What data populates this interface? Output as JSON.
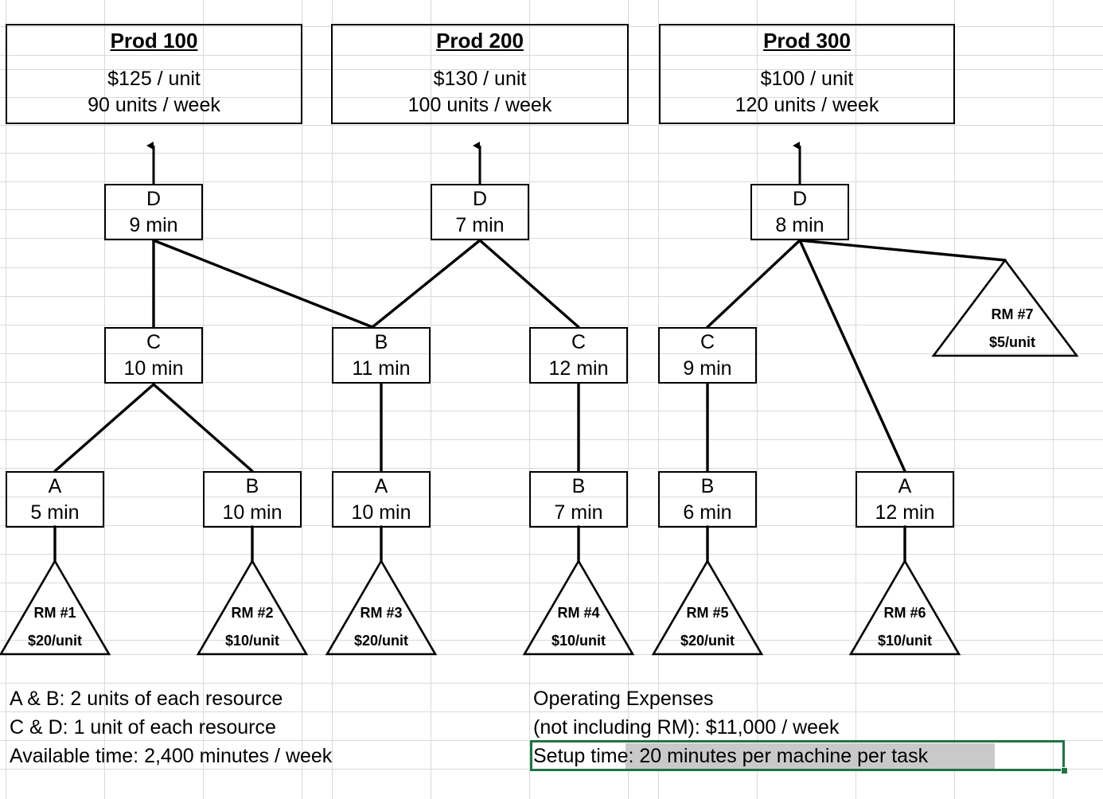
{
  "app": {
    "type": "spreadsheet-diagram",
    "accent_color": "#217346",
    "highlight_color": "#c9c9c9",
    "line_color": "#000000"
  },
  "products": [
    {
      "name": "Prod 100",
      "price": "$125 / unit",
      "rate": "90 units / week"
    },
    {
      "name": "Prod 200",
      "price": "$130 / unit",
      "rate": "100 units / week"
    },
    {
      "name": "Prod 300",
      "price": "$100 / unit",
      "rate": "120 units / week"
    }
  ],
  "nodes": [
    {
      "id": "p100-d",
      "label": "D",
      "time": "9 min"
    },
    {
      "id": "p100-c",
      "label": "C",
      "time": "10 min"
    },
    {
      "id": "p100-a",
      "label": "A",
      "time": "5 min"
    },
    {
      "id": "p100-b",
      "label": "B",
      "time": "10 min"
    },
    {
      "id": "p200-d",
      "label": "D",
      "time": "7 min"
    },
    {
      "id": "p200-b",
      "label": "B",
      "time": "11 min"
    },
    {
      "id": "p200-c",
      "label": "C",
      "time": "12 min"
    },
    {
      "id": "p200-a",
      "label": "A",
      "time": "10 min"
    },
    {
      "id": "p200-b2",
      "label": "B",
      "time": "7 min"
    },
    {
      "id": "p300-d",
      "label": "D",
      "time": "8 min"
    },
    {
      "id": "p300-c",
      "label": "C",
      "time": "9 min"
    },
    {
      "id": "p300-b",
      "label": "B",
      "time": "6 min"
    },
    {
      "id": "p300-a",
      "label": "A",
      "time": "12 min"
    }
  ],
  "raw_materials": [
    {
      "id": "rm1",
      "name": "RM #1",
      "cost": "$20/unit"
    },
    {
      "id": "rm2",
      "name": "RM #2",
      "cost": "$10/unit"
    },
    {
      "id": "rm3",
      "name": "RM #3",
      "cost": "$20/unit"
    },
    {
      "id": "rm4",
      "name": "RM #4",
      "cost": "$10/unit"
    },
    {
      "id": "rm5",
      "name": "RM #5",
      "cost": "$20/unit"
    },
    {
      "id": "rm6",
      "name": "RM #6",
      "cost": "$10/unit"
    },
    {
      "id": "rm7",
      "name": "RM #7",
      "cost": "$5/unit"
    }
  ],
  "notes": {
    "left": [
      "A & B: 2 units of each resource",
      "C & D: 1 unit of each resource",
      "Available time:  2,400 minutes / week"
    ],
    "right": [
      "Operating Expenses",
      "(not including RM): $11,000 / week",
      "Setup time: 20 minutes per machine per task"
    ]
  }
}
